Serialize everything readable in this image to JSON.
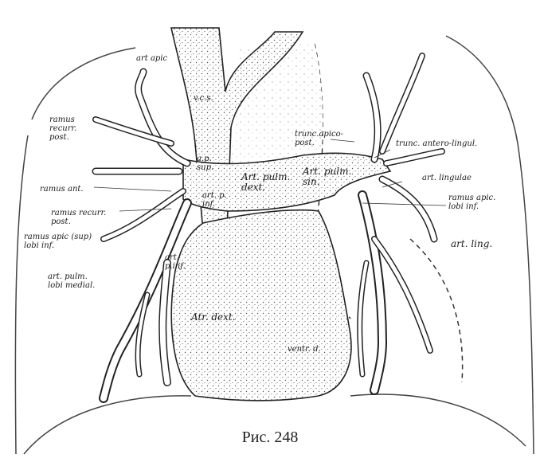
{
  "figure": {
    "caption": "Рис. 248",
    "labels": {
      "art_apic": "art apic",
      "vcs": "v.c.s.",
      "ramus_recurr_post_upper": "ramus\nrecurr.\npost.",
      "ramus_ant": "ramus ant.",
      "ramus_recurr_post_lower": "ramus recurr.\npost.",
      "ramus_apic_sup_lobi_inf": "ramus apic (sup)\nlobi inf.",
      "art_pulm_lobi_medial": "art. pulm.\nlobi medial.",
      "a_p_sup": "a.p.\nsup.",
      "art_p_inf_upper": "art. p.\ninf.",
      "art_p_inf_lower": "art.\np.inf.",
      "art_pulm_dext": "Art. pulm.\ndext.",
      "art_pulm_sin": "Art. pulm.\nsin.",
      "trunc_apico_post": "trunc.apico-\npost.",
      "trunc_antero_lingul": "trunc. antero-lingul.",
      "art_lingulae": "art. lingulae",
      "ramus_apic_lobi_inf_right": "ramus apic.\nlobi inf.",
      "art_ling": "art. ling.",
      "atr_dext": "Atr. dext.",
      "ventr_d": "ventr. d."
    }
  }
}
